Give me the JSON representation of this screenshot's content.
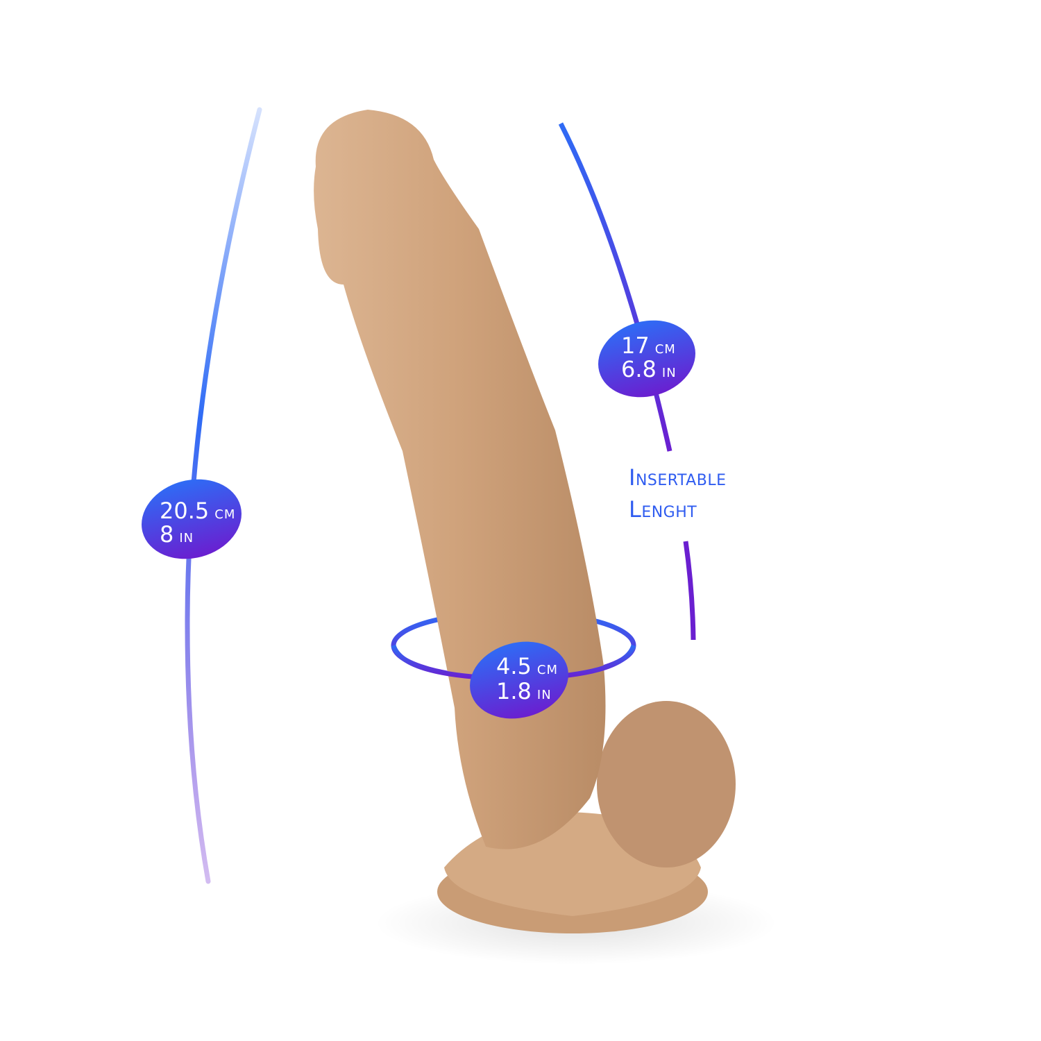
{
  "measurements": {
    "total_length": {
      "cm_value": "20.5",
      "cm_unit": "CM",
      "in_value": "8",
      "in_unit": "IN"
    },
    "insertable_length": {
      "cm_value": "17",
      "cm_unit": "CM",
      "in_value": "6.8",
      "in_unit": "IN"
    },
    "diameter": {
      "cm_value": "4.5",
      "cm_unit": "CM",
      "in_value": "1.8",
      "in_unit": "IN"
    }
  },
  "insertable_label": {
    "line1": "Insertable",
    "line2": "Lenght"
  },
  "colors": {
    "gradient_top": "#2f6bf5",
    "gradient_bottom": "#6a1fd0",
    "product": "#d2a67f",
    "label_text": "#2f5cf0"
  }
}
